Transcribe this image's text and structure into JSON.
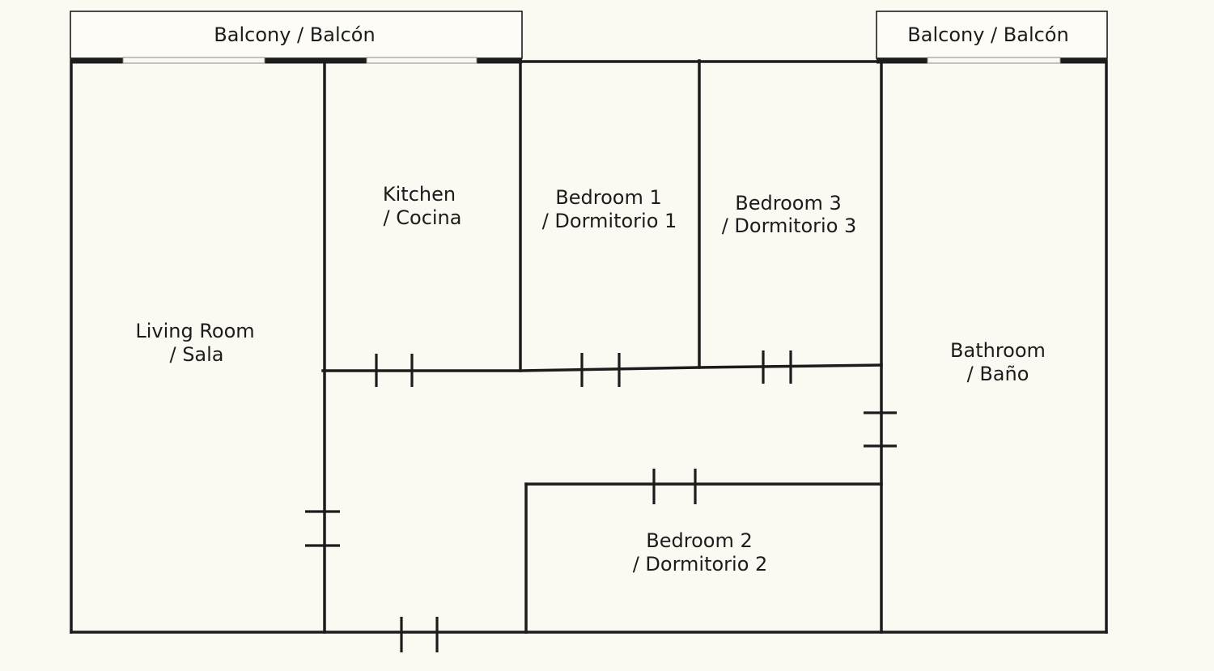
{
  "colors": {
    "background": "#fbf9f2",
    "line": "#1c1c1c"
  },
  "balconies": {
    "left": "Balcony / Balcón",
    "right": "Balcony / Balcón"
  },
  "rooms": {
    "living": [
      "Living Room",
      "/ Sala"
    ],
    "kitchen": [
      "Kitchen",
      "/ Cocina"
    ],
    "bedroom1": [
      "Bedroom 1",
      "/ Dormitorio 1"
    ],
    "bedroom3": [
      "Bedroom 3",
      "/ Dormitorio 3"
    ],
    "bathroom": [
      "Bathroom",
      "/ Baño"
    ],
    "bedroom2": [
      "Bedroom 2",
      "/ Dormitorio 2"
    ]
  }
}
